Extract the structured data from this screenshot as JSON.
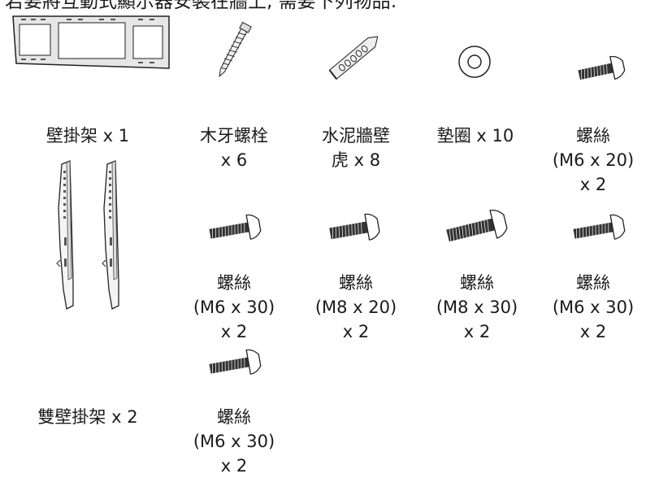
{
  "heading": "若要將互動式顯示器安裝在牆上, 需要下列物品:",
  "items": [
    {
      "id": "wall-mount-bracket",
      "label": "壁掛架 x 1"
    },
    {
      "id": "wood-screw",
      "label": "木牙螺栓\nx 6"
    },
    {
      "id": "wall-anchor",
      "label": "水泥牆壁\n虎 x 8"
    },
    {
      "id": "washer",
      "label": "墊圈 x 10"
    },
    {
      "id": "screw-m6x20",
      "label": "螺絲\n(M6 x 20)\nx 2"
    },
    {
      "id": "screw-m6x30-a",
      "label": "螺絲\n(M6 x 30)\nx 2"
    },
    {
      "id": "screw-m8x20",
      "label": "螺絲\n(M8 x 20)\nx 2"
    },
    {
      "id": "screw-m8x30",
      "label": "螺絲\n(M8 x 30)\nx 2"
    },
    {
      "id": "screw-m6x30-b",
      "label": "螺絲\n(M6 x 30)\nx 2"
    },
    {
      "id": "double-wall-bracket",
      "label": "雙壁掛架 x 2"
    },
    {
      "id": "screw-m6x30-c",
      "label": "螺絲\n(M6 x 30)\nx 2"
    }
  ]
}
